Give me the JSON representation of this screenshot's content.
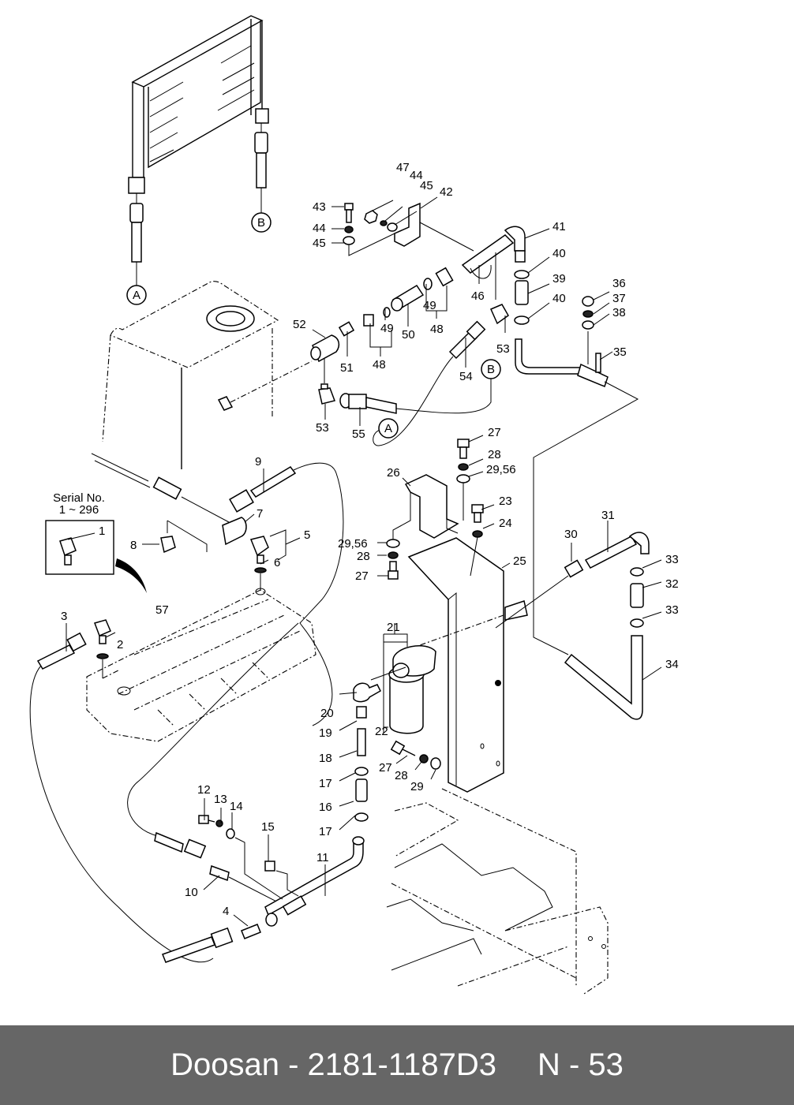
{
  "footer": {
    "brand": "Doosan",
    "separator": "-",
    "part_number": "2181-1187D3",
    "page_code": "N - 53"
  },
  "inset": {
    "serial_title": "Serial No.",
    "serial_range": "1 ~ 296"
  },
  "connectors": {
    "A": "A",
    "B": "B"
  },
  "callouts": [
    {
      "id": "c1",
      "text": "1"
    },
    {
      "id": "c2",
      "text": "2"
    },
    {
      "id": "c3",
      "text": "3"
    },
    {
      "id": "c4",
      "text": "4"
    },
    {
      "id": "c5",
      "text": "5"
    },
    {
      "id": "c6",
      "text": "6"
    },
    {
      "id": "c7",
      "text": "7"
    },
    {
      "id": "c8",
      "text": "8"
    },
    {
      "id": "c9",
      "text": "9"
    },
    {
      "id": "c10",
      "text": "10"
    },
    {
      "id": "c11",
      "text": "11"
    },
    {
      "id": "c12",
      "text": "12"
    },
    {
      "id": "c13",
      "text": "13"
    },
    {
      "id": "c14",
      "text": "14"
    },
    {
      "id": "c15",
      "text": "15"
    },
    {
      "id": "c16",
      "text": "16"
    },
    {
      "id": "c17a",
      "text": "17"
    },
    {
      "id": "c17b",
      "text": "17"
    },
    {
      "id": "c18",
      "text": "18"
    },
    {
      "id": "c19",
      "text": "19"
    },
    {
      "id": "c20",
      "text": "20"
    },
    {
      "id": "c21",
      "text": "21"
    },
    {
      "id": "c22",
      "text": "22"
    },
    {
      "id": "c23",
      "text": "23"
    },
    {
      "id": "c24",
      "text": "24"
    },
    {
      "id": "c25",
      "text": "25"
    },
    {
      "id": "c26",
      "text": "26"
    },
    {
      "id": "c27a",
      "text": "27"
    },
    {
      "id": "c27b",
      "text": "27"
    },
    {
      "id": "c27c",
      "text": "27"
    },
    {
      "id": "c28a",
      "text": "28"
    },
    {
      "id": "c28b",
      "text": "28"
    },
    {
      "id": "c28c",
      "text": "28"
    },
    {
      "id": "c29",
      "text": "29"
    },
    {
      "id": "c2956a",
      "text": "29,56"
    },
    {
      "id": "c2956b",
      "text": "29,56"
    },
    {
      "id": "c30",
      "text": "30"
    },
    {
      "id": "c31",
      "text": "31"
    },
    {
      "id": "c32",
      "text": "32"
    },
    {
      "id": "c33a",
      "text": "33"
    },
    {
      "id": "c33b",
      "text": "33"
    },
    {
      "id": "c34",
      "text": "34"
    },
    {
      "id": "c35",
      "text": "35"
    },
    {
      "id": "c36",
      "text": "36"
    },
    {
      "id": "c37",
      "text": "37"
    },
    {
      "id": "c38",
      "text": "38"
    },
    {
      "id": "c39",
      "text": "39"
    },
    {
      "id": "c40a",
      "text": "40"
    },
    {
      "id": "c40b",
      "text": "40"
    },
    {
      "id": "c41",
      "text": "41"
    },
    {
      "id": "c42",
      "text": "42"
    },
    {
      "id": "c43",
      "text": "43"
    },
    {
      "id": "c44a",
      "text": "44"
    },
    {
      "id": "c44b",
      "text": "44"
    },
    {
      "id": "c45a",
      "text": "45"
    },
    {
      "id": "c45b",
      "text": "45"
    },
    {
      "id": "c46",
      "text": "46"
    },
    {
      "id": "c47",
      "text": "47"
    },
    {
      "id": "c48a",
      "text": "48"
    },
    {
      "id": "c48b",
      "text": "48"
    },
    {
      "id": "c49a",
      "text": "49"
    },
    {
      "id": "c49b",
      "text": "49"
    },
    {
      "id": "c50",
      "text": "50"
    },
    {
      "id": "c51",
      "text": "51"
    },
    {
      "id": "c52",
      "text": "52"
    },
    {
      "id": "c53a",
      "text": "53"
    },
    {
      "id": "c53b",
      "text": "53"
    },
    {
      "id": "c54",
      "text": "54"
    },
    {
      "id": "c55",
      "text": "55"
    },
    {
      "id": "c57",
      "text": "57"
    }
  ]
}
